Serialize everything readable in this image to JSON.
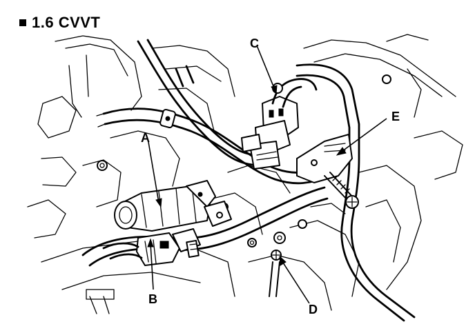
{
  "heading": {
    "bullet_icon": "square-bullet-icon",
    "title": "1.6 CVVT"
  },
  "callouts": {
    "a": "A",
    "b": "B",
    "c": "C",
    "d": "D",
    "e": "E"
  }
}
